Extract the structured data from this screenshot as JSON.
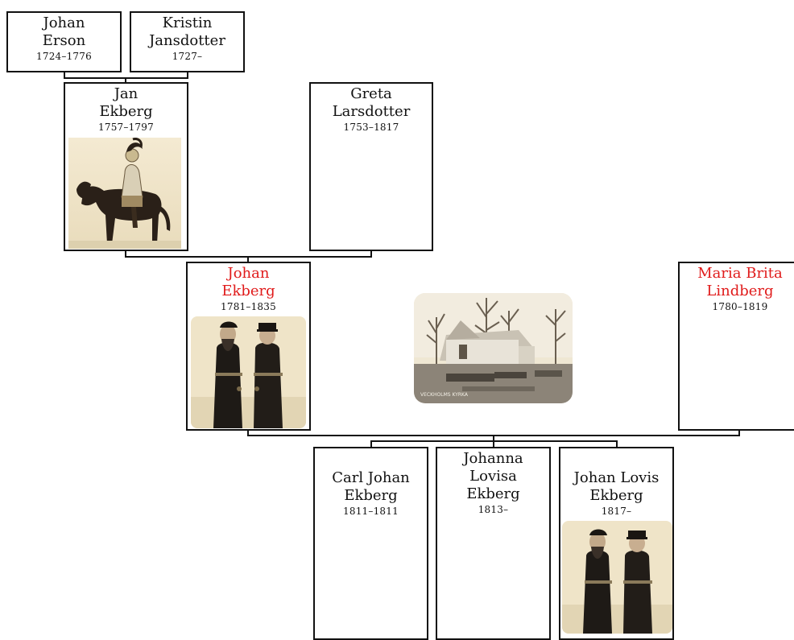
{
  "people": {
    "johan_erson": {
      "name": "Johan\nErson",
      "years": "1724–1776"
    },
    "kristin_jansdotter": {
      "name": "Kristin\nJansdotter",
      "years": "1727–"
    },
    "jan_ekberg": {
      "name": "Jan\nEkberg",
      "years": "1757–1797"
    },
    "greta_larsdotter": {
      "name": "Greta\nLarsdotter",
      "years": "1753–1817"
    },
    "johan_ekberg": {
      "name": "Johan\nEkberg",
      "years": "1781–1835"
    },
    "maria_brita": {
      "name": "Maria Brita\nLindberg",
      "years": "1780–1819"
    },
    "carl_johan": {
      "name": "Carl Johan\nEkberg",
      "years": "1811–1811"
    },
    "johanna_lovisa": {
      "name": "Johanna\nLovisa\nEkberg",
      "years": "1813–"
    },
    "johan_lovis": {
      "name": "Johan Lovis\nEkberg",
      "years": "1817–"
    }
  },
  "highlight_color": "#e01b1b",
  "photos": {
    "church_caption": "VECKHOLMS KYRKA"
  }
}
